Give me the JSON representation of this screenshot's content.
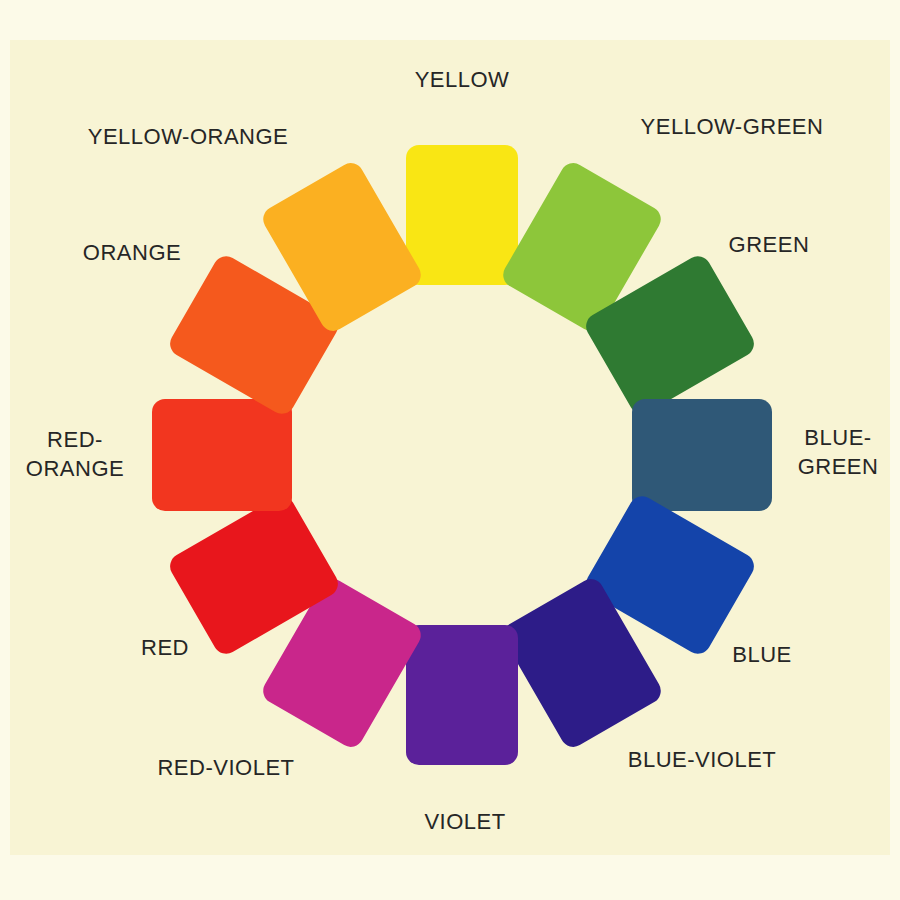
{
  "diagram": {
    "nodes": [
      {
        "text": [
          "YELLOW"
        ]
      },
      {
        "text": [
          "YELLOW-GREEN"
        ]
      },
      {
        "text": [
          "GREEN"
        ]
      },
      {
        "text": [
          "BLUE- GREEN"
        ]
      },
      {
        "text": [
          "BLUE"
        ]
      },
      {
        "text": [
          "BLUE-VIOLET"
        ]
      },
      {
        "text": [
          "VIOLET"
        ]
      },
      {
        "text": [
          "RED-VIOLET"
        ]
      },
      {
        "text": [
          "RED"
        ]
      },
      {
        "text": [
          "RED- ORANGE"
        ]
      },
      {
        "text": [
          "ORANGE"
        ]
      },
      {
        "text": [
          "YELLOW-ORANGE"
        ]
      }
    ]
  }
}
